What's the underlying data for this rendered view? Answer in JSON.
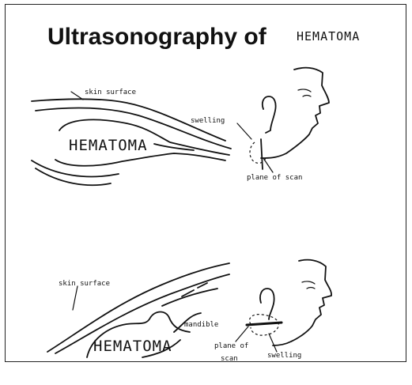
{
  "title": {
    "main": "Ultrasonography of",
    "sub": "HEMATOMA"
  },
  "diagram_top": {
    "mass_label": "HEMATOMA",
    "skin_label": "skin surface",
    "swelling_label": "swelling",
    "plane_label": "plane of scan"
  },
  "diagram_bottom": {
    "mass_label": "HEMATOMA",
    "skin_label": "skin surface",
    "mandible_label": "mandible",
    "plane_label_1": "plane of",
    "plane_label_2": "scan",
    "swelling_label": "swelling"
  }
}
